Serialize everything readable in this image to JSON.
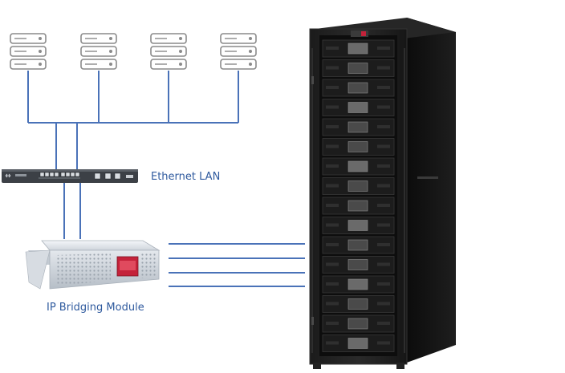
{
  "labels": {
    "ethernet_lan": "Ethernet LAN",
    "ip_bridging_module": "IP Bridging Module"
  },
  "colors": {
    "line": "#4a72b8",
    "label": "#2f5a9e",
    "server_stroke": "#8a8a8a",
    "switch_body": "#3c4046",
    "bridge_body": "#dfe3e8",
    "bridge_display": "#c4223a",
    "rack_body": "#151515"
  },
  "diagram": {
    "servers_count": 4,
    "server_units_each": 3,
    "switch_uplinks": 2,
    "bridge_uplinks": 2,
    "bridge_to_rack_links": 4
  }
}
